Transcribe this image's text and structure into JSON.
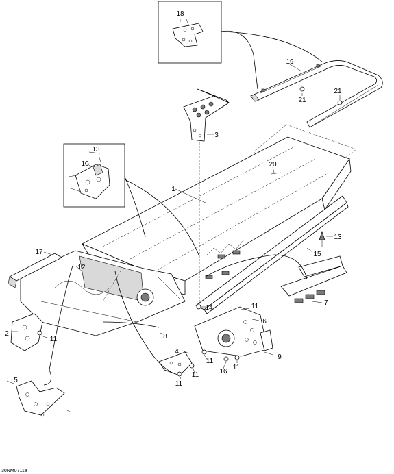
{
  "callouts": {
    "c1": "1",
    "c2": "2",
    "c3": "3",
    "c4": "4",
    "c5": "5",
    "c6": "6",
    "c7": "7",
    "c8": "8",
    "c9": "9",
    "c10": "10",
    "c11a": "11",
    "c11b": "11",
    "c11c": "11",
    "c11d": "11",
    "c11e": "11",
    "c11f": "11",
    "c12": "12",
    "c13a": "13",
    "c13b": "13",
    "c14": "14",
    "c15": "15",
    "c16": "16",
    "c17": "17",
    "c18": "18",
    "c19": "19",
    "c20": "20",
    "c21a": "21",
    "c21b": "21"
  },
  "drawing_code": "30NM0711a"
}
